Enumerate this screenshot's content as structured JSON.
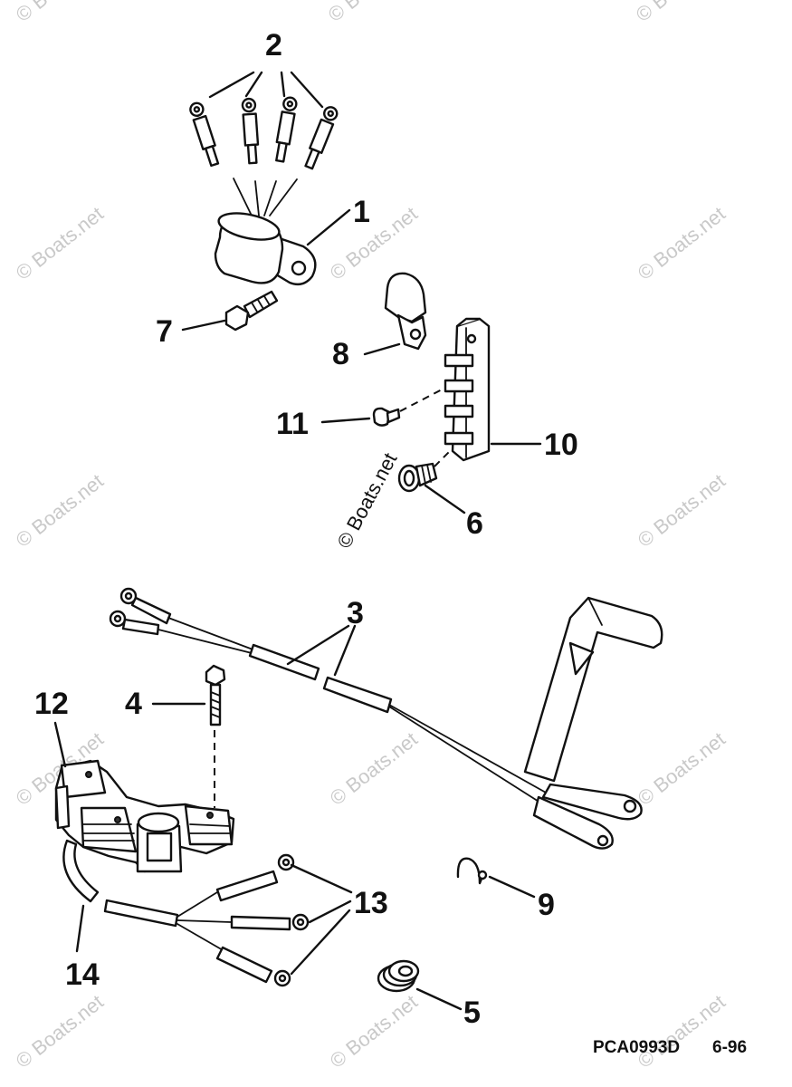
{
  "callouts": {
    "c1": "1",
    "c2": "2",
    "c3": "3",
    "c4": "4",
    "c5": "5",
    "c6": "6",
    "c7": "7",
    "c8": "8",
    "c9": "9",
    "c10": "10",
    "c11": "11",
    "c12": "12",
    "c13": "13",
    "c14": "14"
  },
  "watermark": "© Boats.net",
  "footer": {
    "code": "PCA0993D",
    "date": "6-96"
  }
}
